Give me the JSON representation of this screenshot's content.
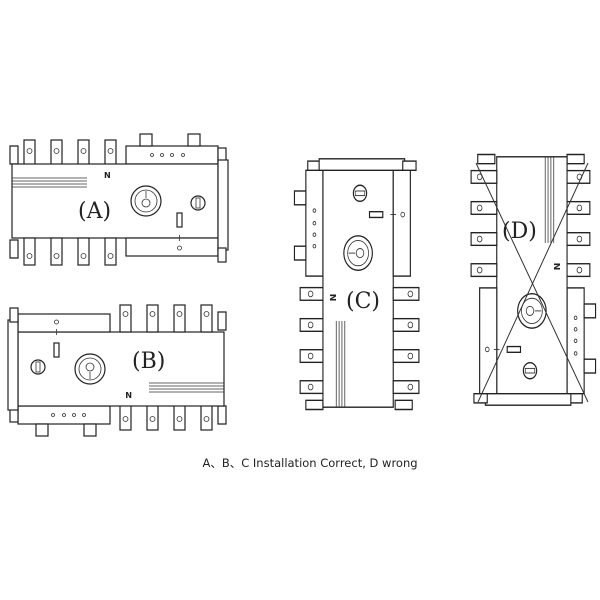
{
  "diagrams": [
    {
      "label": "(A)",
      "status": "correct"
    },
    {
      "label": "(B)",
      "status": "correct"
    },
    {
      "label": "(C)",
      "status": "correct"
    },
    {
      "label": "(D)",
      "status": "wrong"
    }
  ],
  "neutral_marker": "N",
  "caption": "A、B、C Installation Correct, D wrong",
  "colors": {
    "line": "#222222",
    "background": "#ffffff"
  }
}
